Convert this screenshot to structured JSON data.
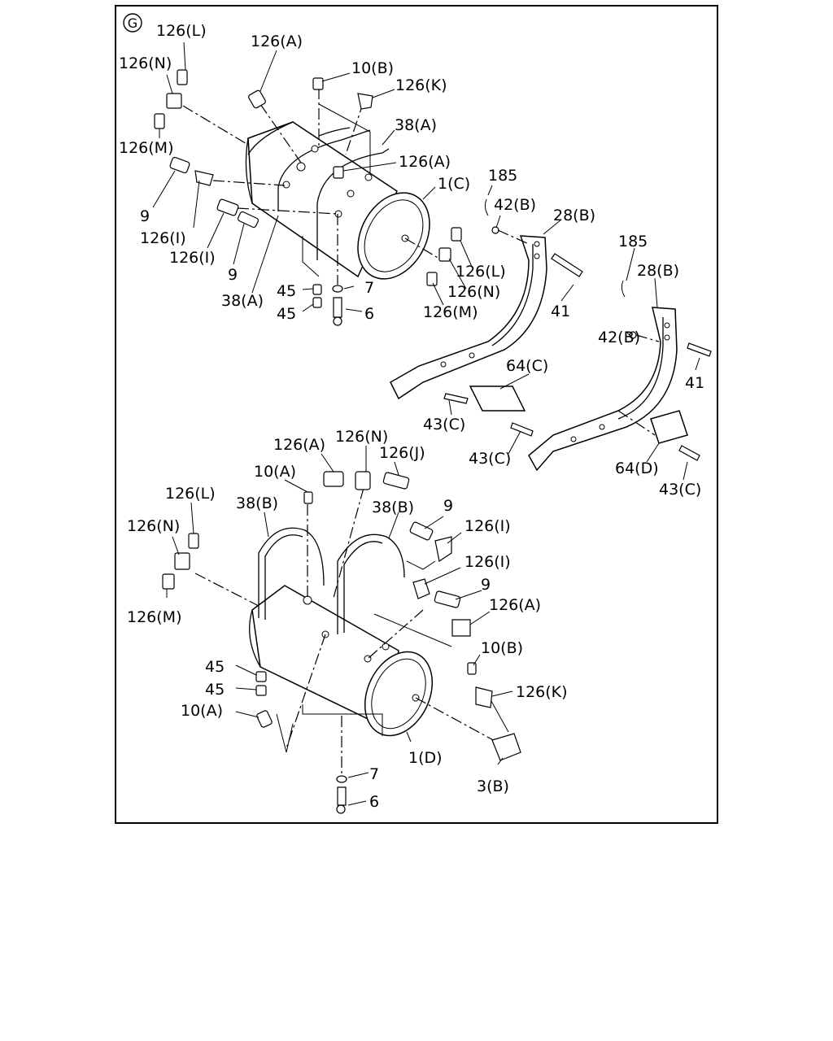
{
  "figure": {
    "group_symbol": "G",
    "labels": {
      "p126L_a": "126(L)",
      "p126A_a": "126(A)",
      "p126N_a": "126(N)",
      "p10B_a": "10(B)",
      "p126K_a": "126(K)",
      "p38A_a": "38(A)",
      "p126M_a": "126(M)",
      "p126A_b": "126(A)",
      "p1C": "1(C)",
      "p185_a": "185",
      "p9_a": "9",
      "p42B_a": "42(B)",
      "p28B_a": "28(B)",
      "p126I_a": "126(I)",
      "p126I_b": "126(I)",
      "p9_b": "9",
      "p126L_b": "126(L)",
      "p185_b": "185",
      "p126N_b": "126(N)",
      "p28B_b": "28(B)",
      "p7_a": "7",
      "p38A_b": "38(A)",
      "p45_a": "45",
      "p126M_b": "126(M)",
      "p41_a": "41",
      "p45_b": "45",
      "p6_a": "6",
      "p42B_b": "42(B)",
      "p64C": "64(C)",
      "p41_b": "41",
      "p43C_a": "43(C)",
      "p126A_c": "126(A)",
      "p126N_c": "126(N)",
      "p43C_b": "43(C)",
      "p126J": "126(J)",
      "p64D": "64(D)",
      "p10A_a": "10(A)",
      "p43C_c": "43(C)",
      "p126L_c": "126(L)",
      "p38B_a": "38(B)",
      "p38B_b": "38(B)",
      "p9_c": "9",
      "p126N_d": "126(N)",
      "p126I_c": "126(I)",
      "p126I_d": "126(I)",
      "p126M_c": "126(M)",
      "p9_d": "9",
      "p126A_d": "126(A)",
      "p10B_b": "10(B)",
      "p45_c": "45",
      "p45_d": "45",
      "p126K_b": "126(K)",
      "p10A_b": "10(A)",
      "p1D": "1(D)",
      "p7_b": "7",
      "p3B": "3(B)",
      "p6_b": "6"
    }
  }
}
